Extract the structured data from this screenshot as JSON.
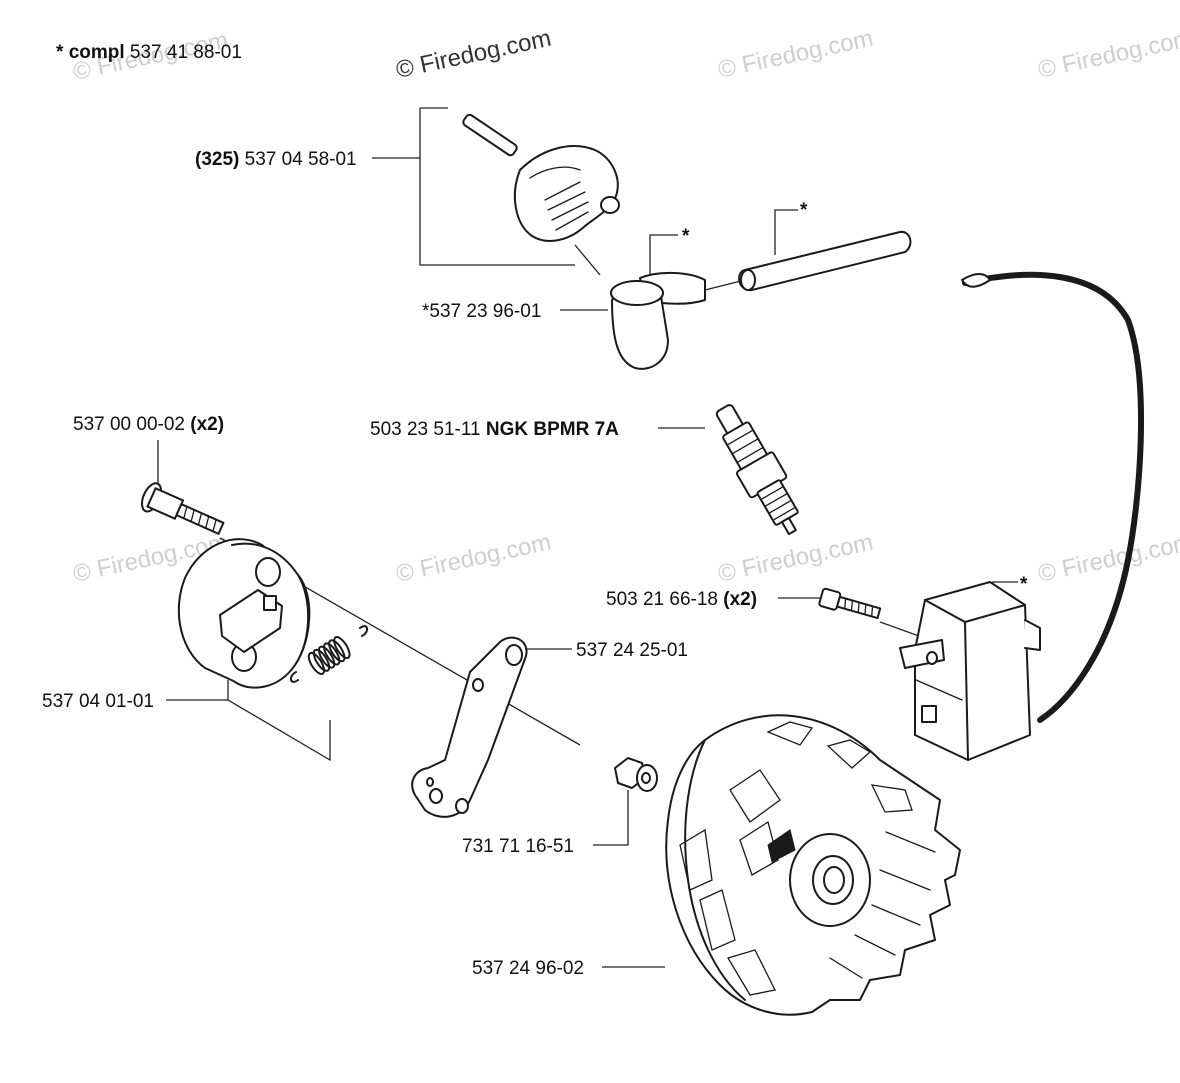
{
  "header": {
    "compl_prefix": "* ",
    "compl_bold": "compl",
    "compl_number": " 537 41 88-01"
  },
  "watermark": {
    "text": "© Firedog.com"
  },
  "labels": {
    "cap_prefix": "(325)",
    "cap_number": " 537 04 58-01",
    "boot": "*537 23 96-01",
    "screw_top_number": "537 00 00-02 ",
    "screw_top_qty": "(x2)",
    "spark_plug_number": "503 23 51-11 ",
    "spark_plug_name": "NGK BPMR 7A",
    "coil_screw_number": "503 21 66-18 ",
    "coil_screw_qty": "(x2)",
    "bracket": "537 24 25-01",
    "clutch": "537 04 01-01",
    "nut": "731 71 16-51",
    "flywheel": "537 24 96-02",
    "star_boot": "*",
    "star_lead": "*",
    "star_coil": "*"
  }
}
